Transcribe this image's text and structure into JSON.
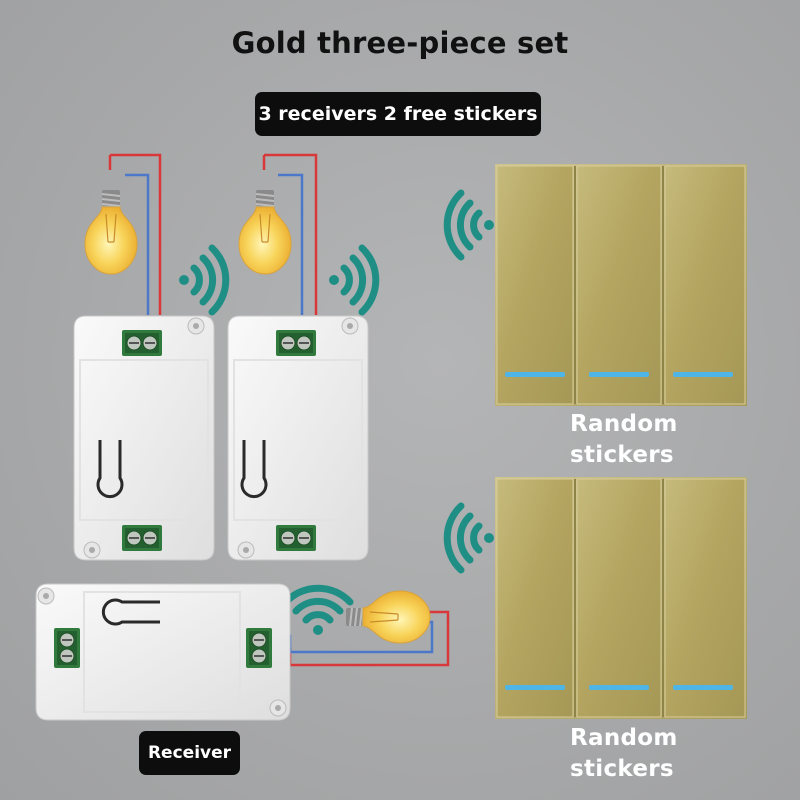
{
  "title": "Gold three-piece set",
  "badge": "3 receivers 2 free stickers",
  "receiver_label": "Receiver",
  "sticker_label_1": [
    "Random",
    "stickers"
  ],
  "sticker_label_2": [
    "Random",
    "stickers"
  ],
  "colors": {
    "background": "#a9aaab",
    "gold_panel": "#b9ac6a",
    "indicator": "#4fb5e6",
    "wifi_signal": "#1f8f86",
    "receiver_body": "#eeeeee",
    "terminal": "#2f7a3c",
    "wire_live": "#d8383a",
    "wire_neutral": "#4b78c9",
    "bulb": "#f5cf4d"
  },
  "icons": [
    "bulb-icon",
    "wifi-signal-icon",
    "wall-switch-panel",
    "receiver-module"
  ]
}
